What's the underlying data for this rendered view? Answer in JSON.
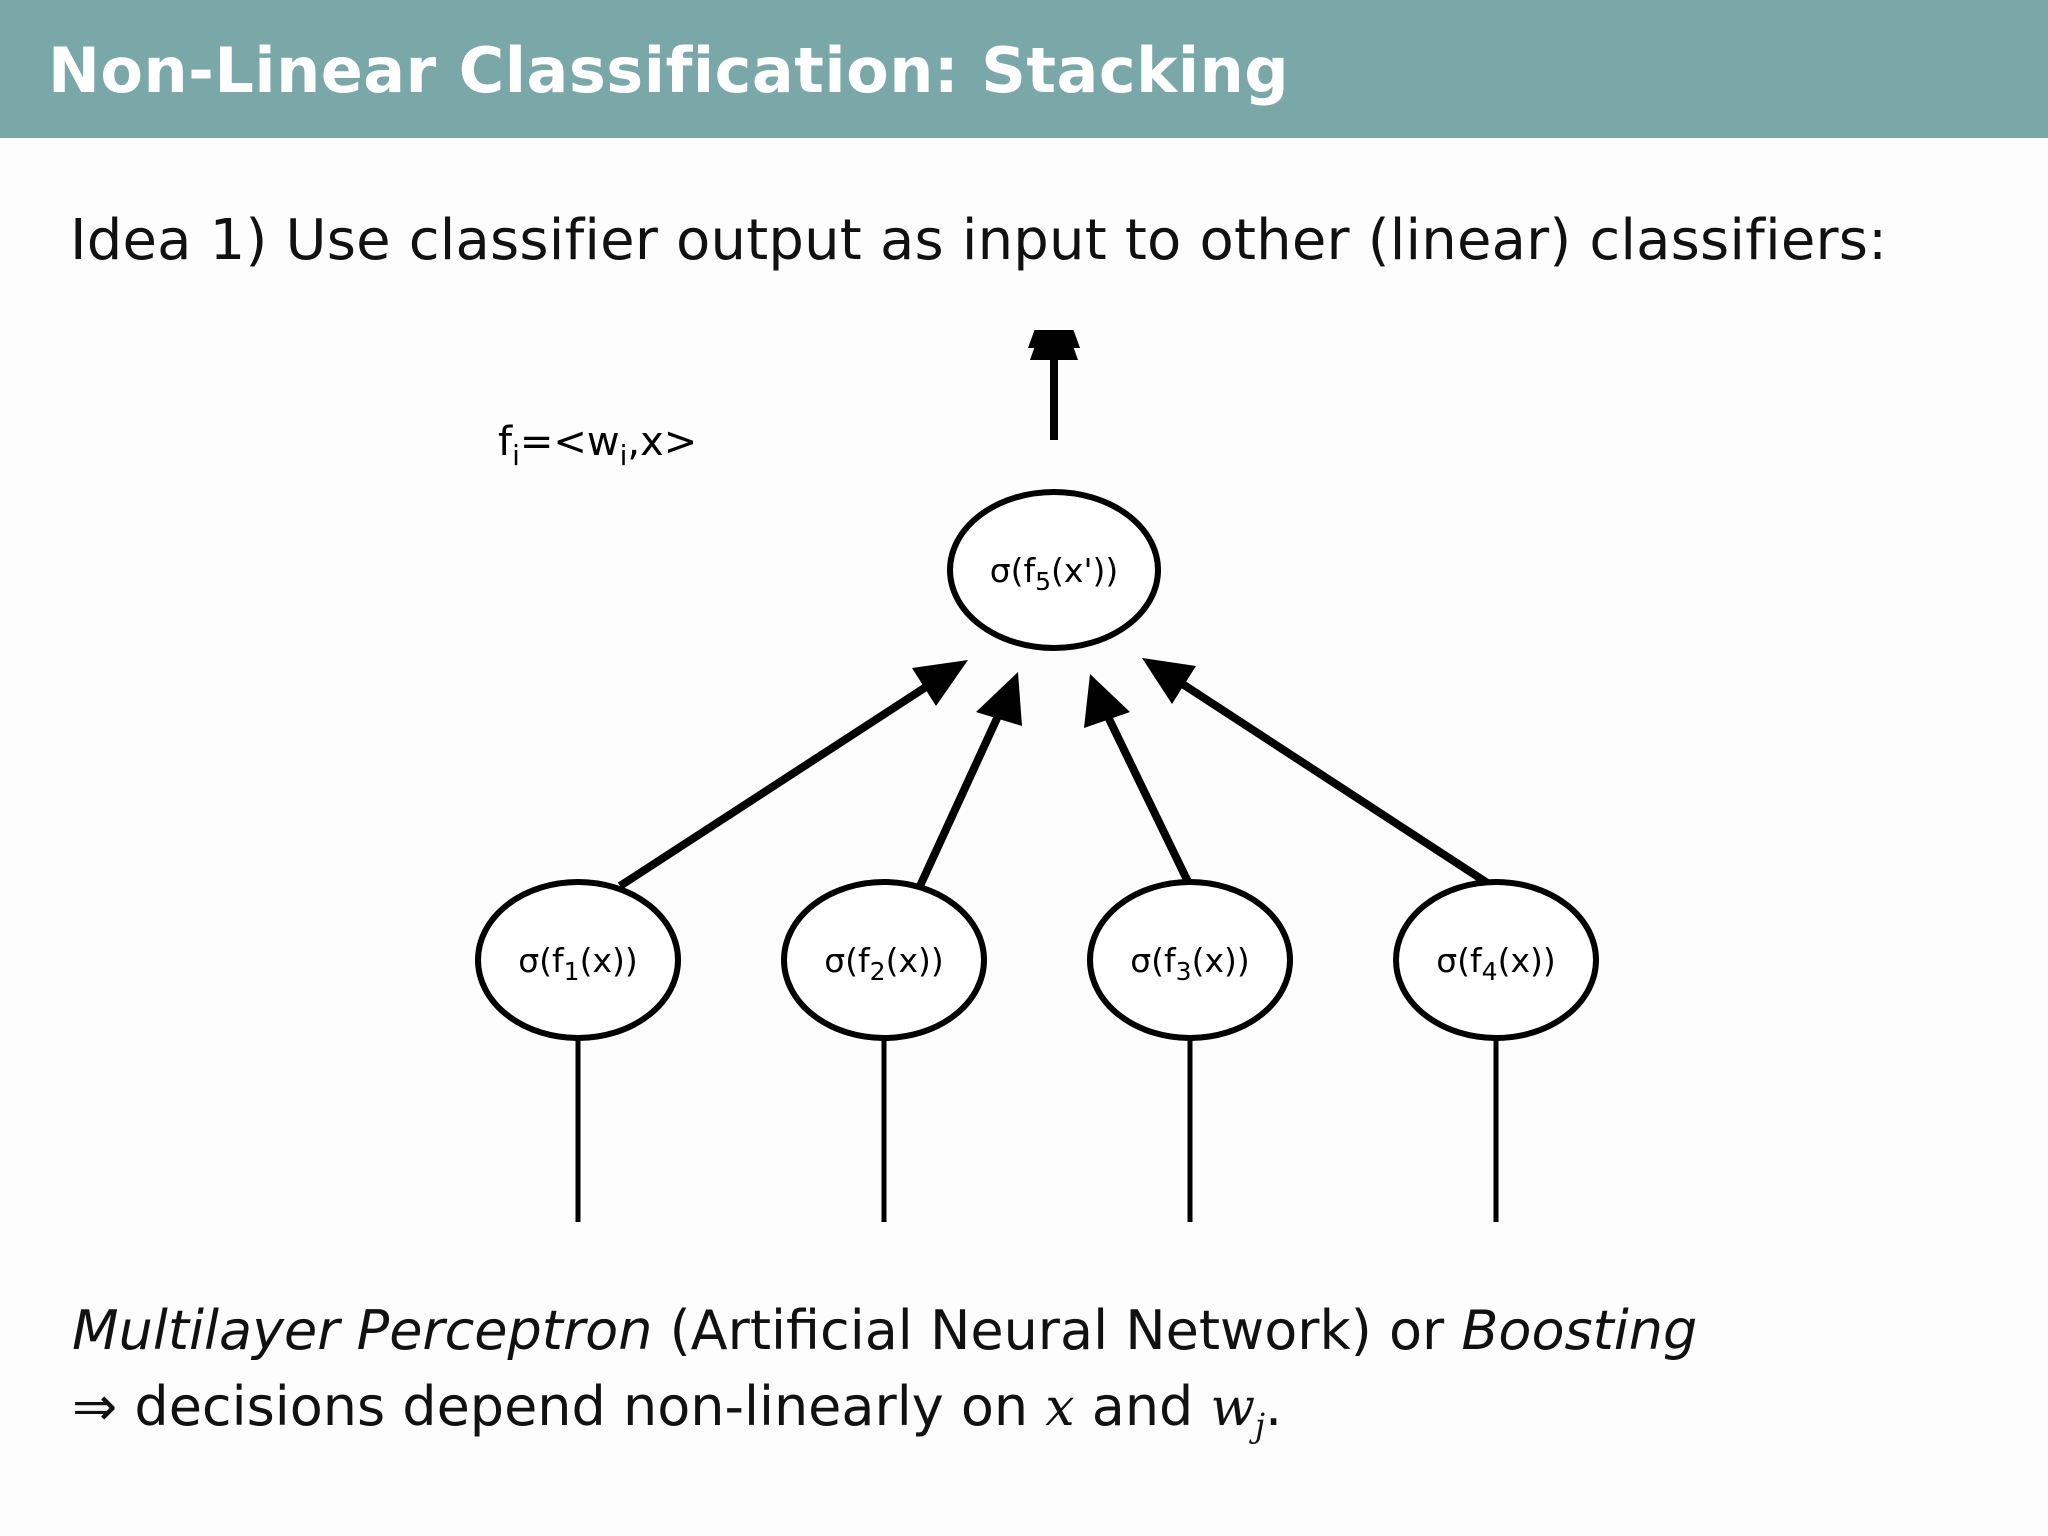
{
  "slide": {
    "title": "Non-Linear Classification:  Stacking",
    "title_bar_color": "#7aa8a8",
    "background_color": "#fdfdfd",
    "text_color": "#111111"
  },
  "intro": {
    "text": "Idea 1) Use classifier output as input to other (linear) classifiers:"
  },
  "diagram": {
    "formula": {
      "base1": "f",
      "sub1": "i",
      "mid": "=<w",
      "sub2": "i",
      "tail": ",x>",
      "full": "fᵢ=<wᵢ,x>"
    },
    "output_node": {
      "prefix": "σ(f",
      "index": "5",
      "suffix": "(x'))",
      "full": "σ(f₅(x'))"
    },
    "input_nodes": [
      {
        "prefix": "σ(f",
        "index": "1",
        "suffix": "(x))",
        "full": "σ(f₁(x))"
      },
      {
        "prefix": "σ(f",
        "index": "2",
        "suffix": "(x))",
        "full": "σ(f₂(x))"
      },
      {
        "prefix": "σ(f",
        "index": "3",
        "suffix": "(x))",
        "full": "σ(f₃(x))"
      },
      {
        "prefix": "σ(f",
        "index": "4",
        "suffix": "(x))",
        "full": "σ(f₄(x))"
      }
    ],
    "edge_count": 4,
    "stem_count": 4,
    "stroke_color": "#000000"
  },
  "caption": {
    "line1_italic_a": "Multilayer Perceptron",
    "line1_plain_a": " (Artificial Neural Network) or ",
    "line1_italic_b": "Boosting",
    "line2_arrow": "⇒",
    "line2_plain_a": " decisions depend non-linearly on ",
    "line2_var_x": "x",
    "line2_plain_b": " and ",
    "line2_var_w": "w",
    "line2_var_w_sub": "j",
    "line2_period": "."
  }
}
